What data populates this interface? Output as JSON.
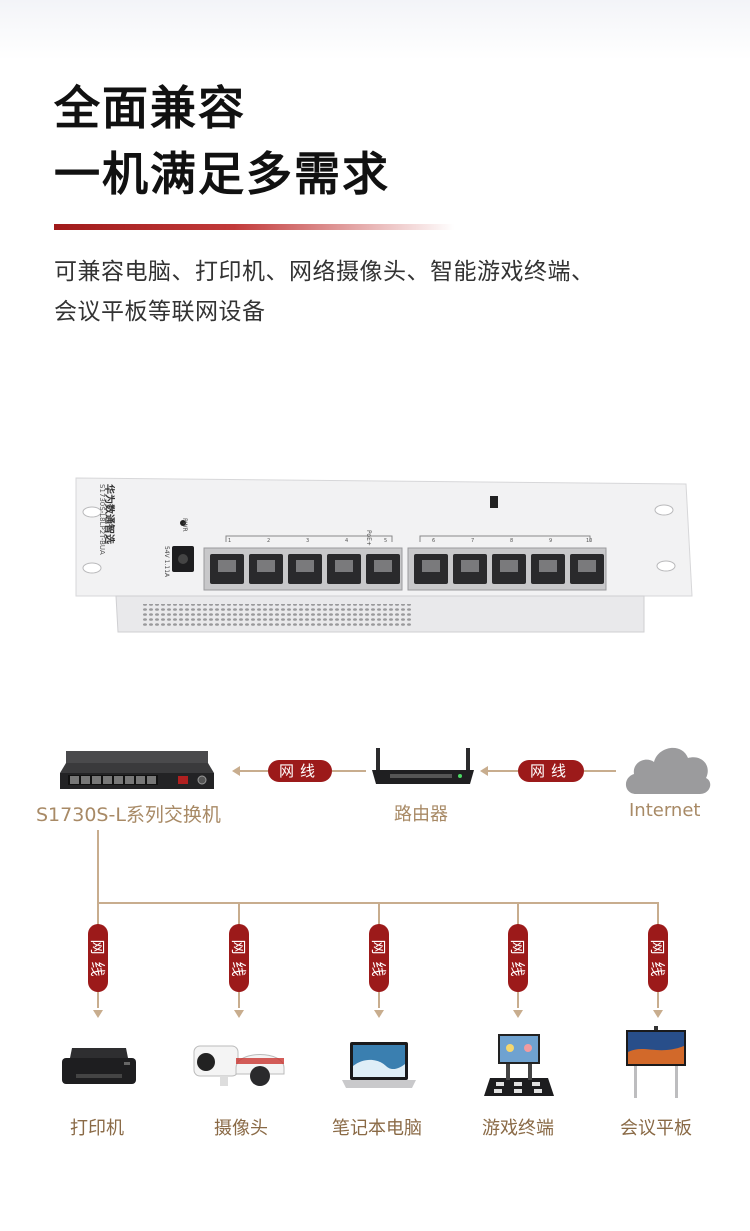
{
  "headline": {
    "line1": "全面兼容",
    "line2": "一机满足多需求"
  },
  "description": {
    "line1": "可兼容电脑、打印机、网络摄像头、智能游戏终端、",
    "line2": "会议平板等联网设备"
  },
  "product": {
    "brand_text": "华为数通智选",
    "model_text": "S1730S-L8LP2T-BUA",
    "power_label": "PWR",
    "power_spec": "54V 1.11A",
    "poe_label": "PoE+",
    "port_numbers": [
      "1",
      "2",
      "3",
      "4",
      "5",
      "6",
      "7",
      "8",
      "9",
      "10"
    ]
  },
  "topology": {
    "switch_label": "S1730S-L系列交换机",
    "router_label": "路由器",
    "internet_label": "Internet",
    "cable_label": "网线"
  },
  "devices": [
    {
      "name": "打印机",
      "icon": "printer-icon"
    },
    {
      "name": "摄像头",
      "icon": "camera-icon"
    },
    {
      "name": "笔记本电脑",
      "icon": "laptop-icon"
    },
    {
      "name": "游戏终端",
      "icon": "game-terminal-icon"
    },
    {
      "name": "会议平板",
      "icon": "conference-panel-icon"
    }
  ],
  "colors": {
    "accent": "#9c1a1a",
    "line": "#c8ad8e",
    "label": "#a88a66"
  }
}
